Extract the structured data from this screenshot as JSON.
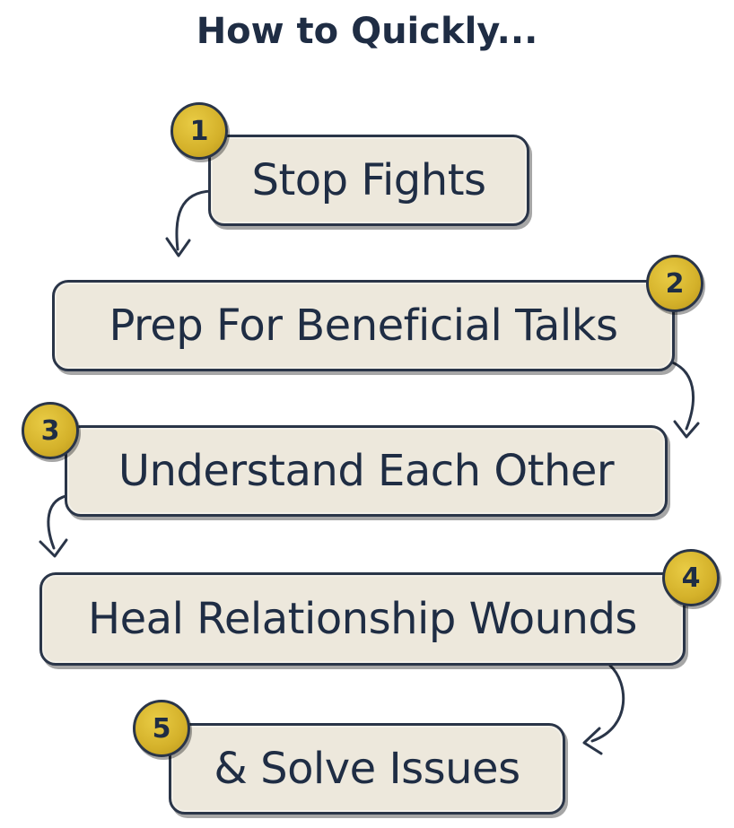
{
  "title": "How to Quickly...",
  "steps": [
    {
      "number": "1",
      "label": "Stop Fights"
    },
    {
      "number": "2",
      "label": "Prep For Beneficial Talks"
    },
    {
      "number": "3",
      "label": "Understand Each Other"
    },
    {
      "number": "4",
      "label": "Heal Relationship Wounds"
    },
    {
      "number": "5",
      "label": "& Solve Issues"
    }
  ],
  "colors": {
    "box_fill": "#ede8dc",
    "outline": "#2a3548",
    "badge": "#d4b12a",
    "text": "#1f2d44"
  }
}
